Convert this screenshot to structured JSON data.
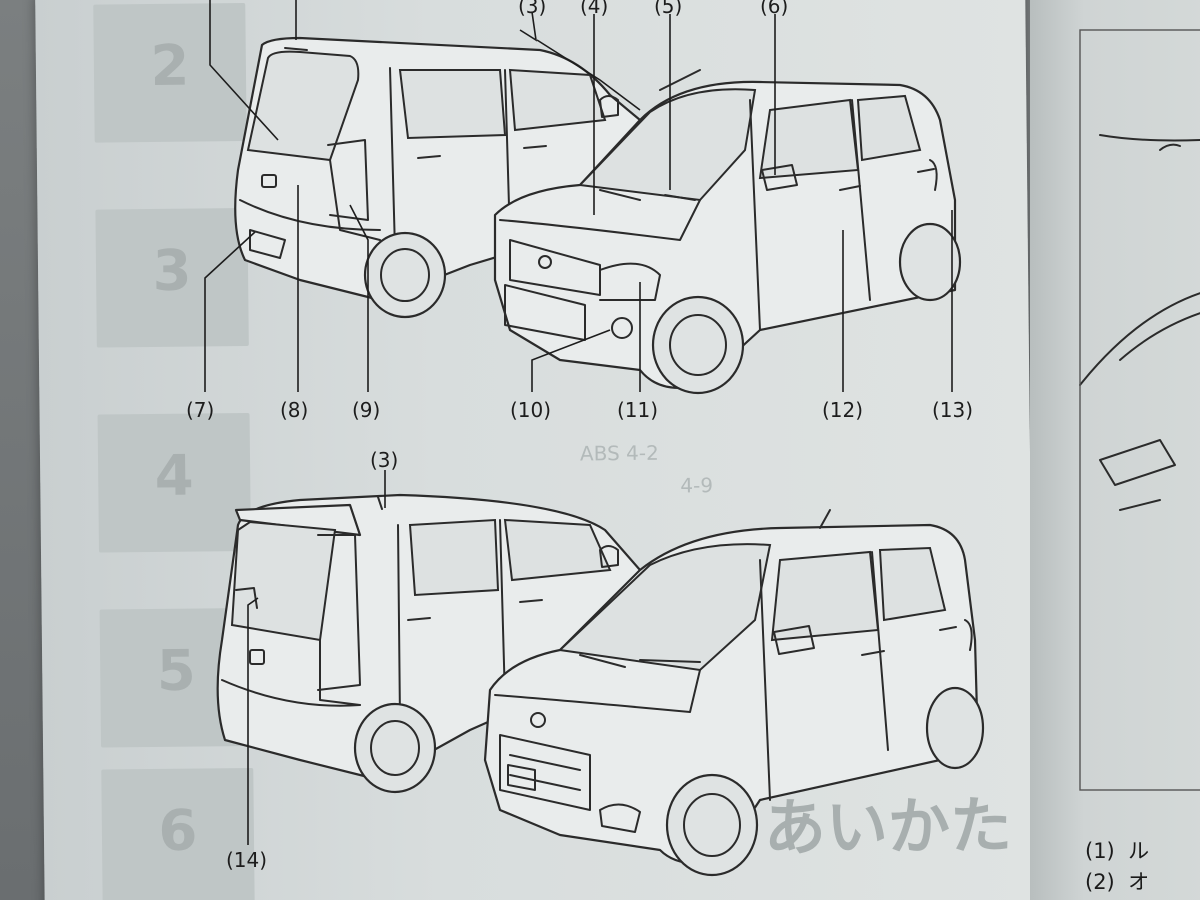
{
  "tabs": [
    "2",
    "3",
    "4",
    "5",
    "6"
  ],
  "callouts": {
    "c3_top": "(3)",
    "c4": "(4)",
    "c5": "(5)",
    "c6": "(6)",
    "c7": "(7)",
    "c8": "(8)",
    "c9": "(9)",
    "c10": "(10)",
    "c11": "(11)",
    "c12": "(12)",
    "c13": "(13)",
    "c3_bottom": "(3)",
    "c14": "(14)"
  },
  "ghost_text": {
    "row1": "ABS 4-2",
    "row2": "4-9",
    "kana": "あいかた"
  },
  "right_page": {
    "items": [
      {
        "num": "(1)",
        "text": "ル"
      },
      {
        "num": "(2)",
        "text": "オ"
      }
    ]
  }
}
